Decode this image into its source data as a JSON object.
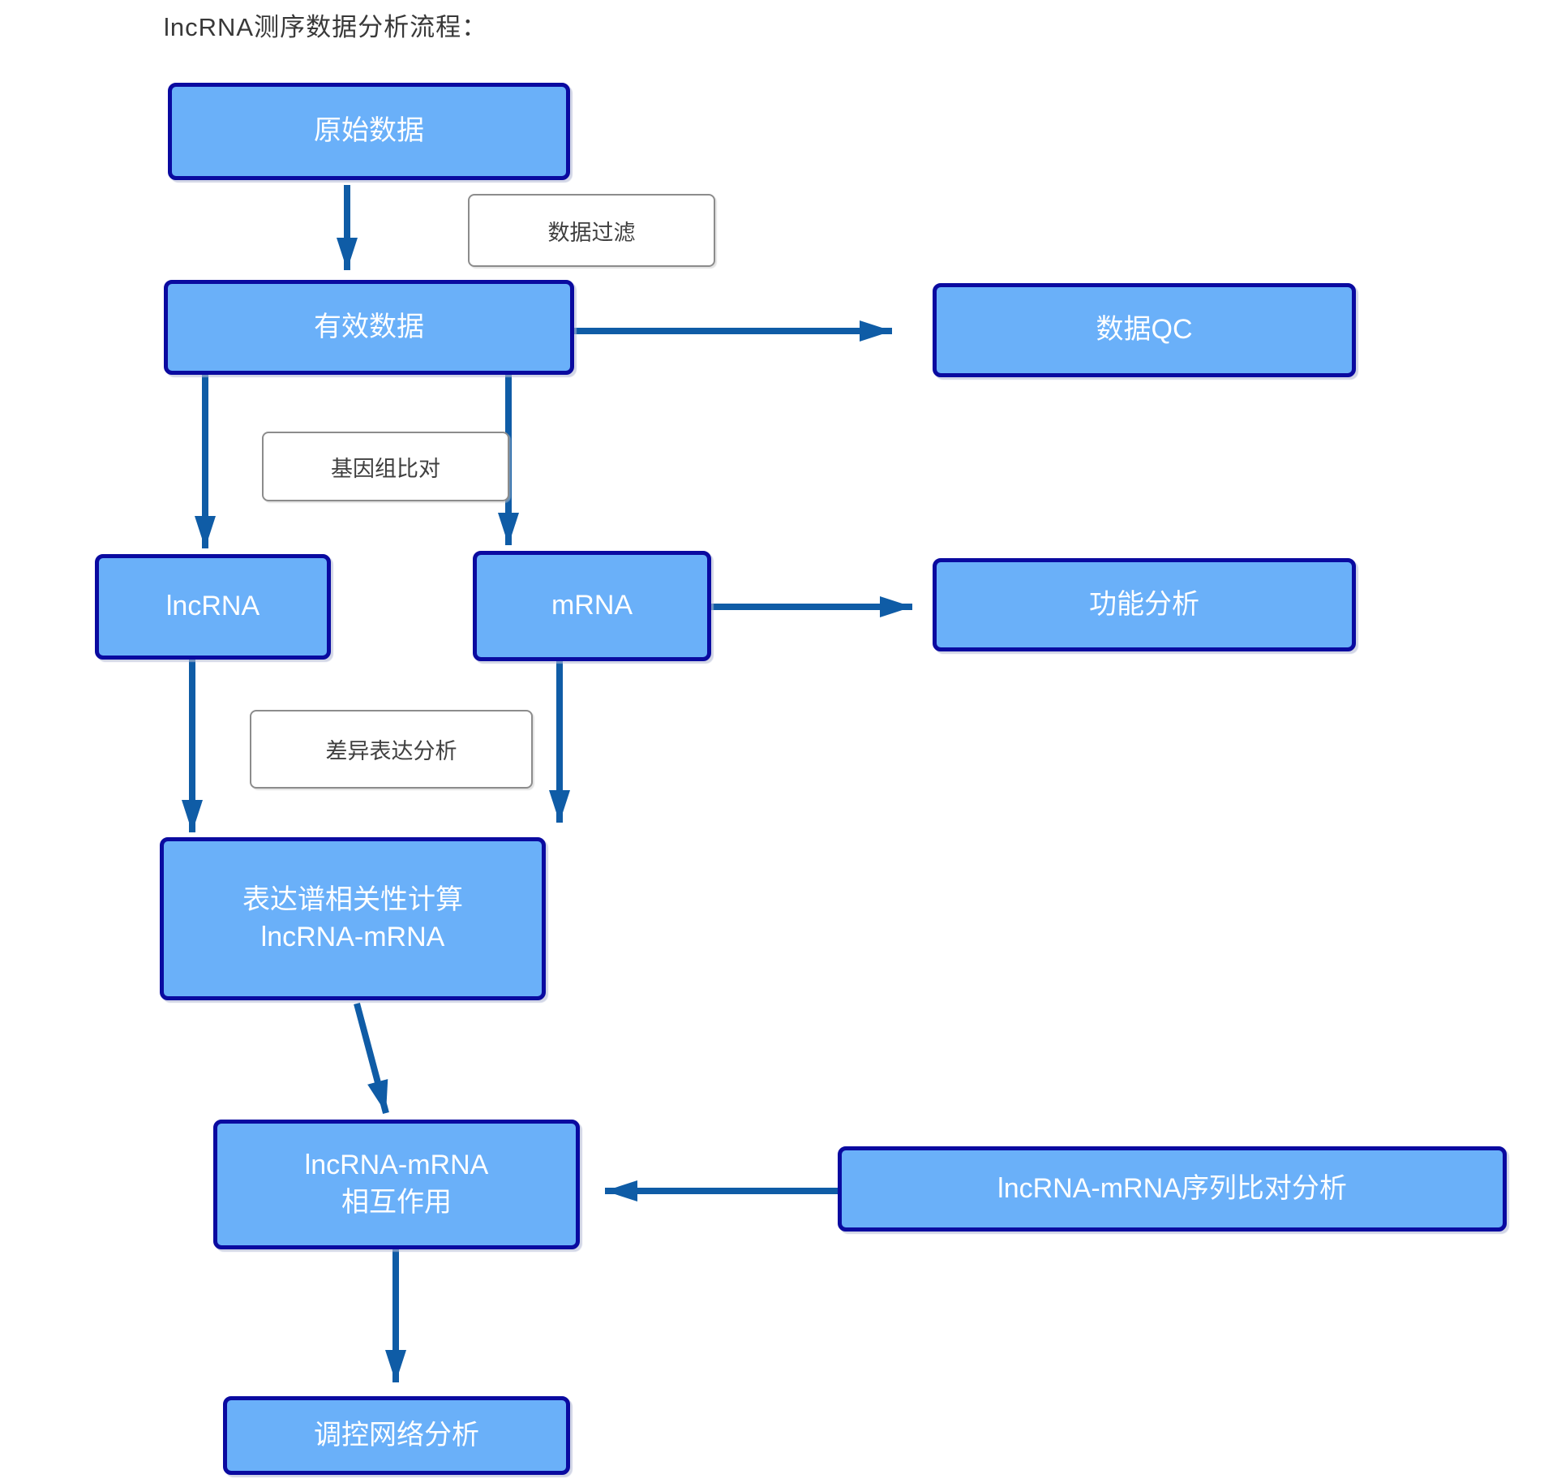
{
  "title": "lncRNA测序数据分析流程：",
  "colors": {
    "node_fill": "#6ab0f9",
    "node_border": "#0a0aa0",
    "arrow": "#0f5ca6",
    "label_border": "#8c8c8c",
    "label_text": "#3f3f3f",
    "node_text": "#ffffff",
    "title_text": "#383838"
  },
  "nodes": {
    "raw_data": {
      "label": "原始数据"
    },
    "valid_data": {
      "label": "有效数据"
    },
    "data_qc": {
      "label": "数据QC"
    },
    "lncrna": {
      "label": "lncRNA"
    },
    "mrna": {
      "label": "mRNA"
    },
    "functional_analysis": {
      "label": "功能分析"
    },
    "correlation": {
      "label": "表达谱相关性计算\nlncRNA-mRNA"
    },
    "interaction": {
      "label": "lncRNA-mRNA\n相互作用"
    },
    "seq_alignment": {
      "label": "lncRNA-mRNA序列比对分析"
    },
    "network": {
      "label": "调控网络分析"
    }
  },
  "edge_labels": {
    "filter": {
      "label": "数据过滤"
    },
    "genome_alignment": {
      "label": "基因组比对"
    },
    "diff_expression": {
      "label": "差异表达分析"
    }
  },
  "edges": [
    {
      "from": "raw_data",
      "to": "valid_data",
      "label": "数据过滤"
    },
    {
      "from": "valid_data",
      "to": "data_qc",
      "label": ""
    },
    {
      "from": "valid_data",
      "to": "lncrna",
      "label": "基因组比对"
    },
    {
      "from": "valid_data",
      "to": "mrna",
      "label": "基因组比对"
    },
    {
      "from": "mrna",
      "to": "functional_analysis",
      "label": ""
    },
    {
      "from": "lncrna",
      "to": "correlation",
      "label": "差异表达分析"
    },
    {
      "from": "mrna",
      "to": "correlation",
      "label": "差异表达分析"
    },
    {
      "from": "correlation",
      "to": "interaction",
      "label": ""
    },
    {
      "from": "seq_alignment",
      "to": "interaction",
      "label": ""
    },
    {
      "from": "interaction",
      "to": "network",
      "label": ""
    }
  ]
}
